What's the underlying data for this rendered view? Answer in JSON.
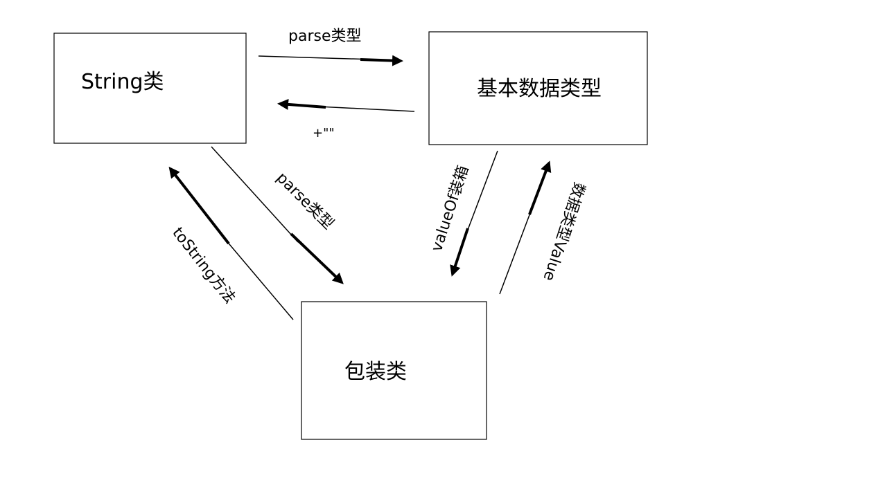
{
  "nodes": {
    "string": {
      "label": "String类"
    },
    "primitive": {
      "label": "基本数据类型"
    },
    "wrapper": {
      "label": "包装类"
    }
  },
  "edges": {
    "string_to_primitive": {
      "label": "parse类型"
    },
    "primitive_to_string": {
      "label": "+\"\""
    },
    "string_to_wrapper": {
      "label": "parse类型"
    },
    "wrapper_to_string": {
      "label": "toString方法"
    },
    "primitive_to_wrapper": {
      "label": "valueOf装箱"
    },
    "wrapper_to_primitive": {
      "label": "数据类型Value"
    }
  },
  "colors": {
    "stroke": "#000000",
    "background": "#ffffff"
  }
}
